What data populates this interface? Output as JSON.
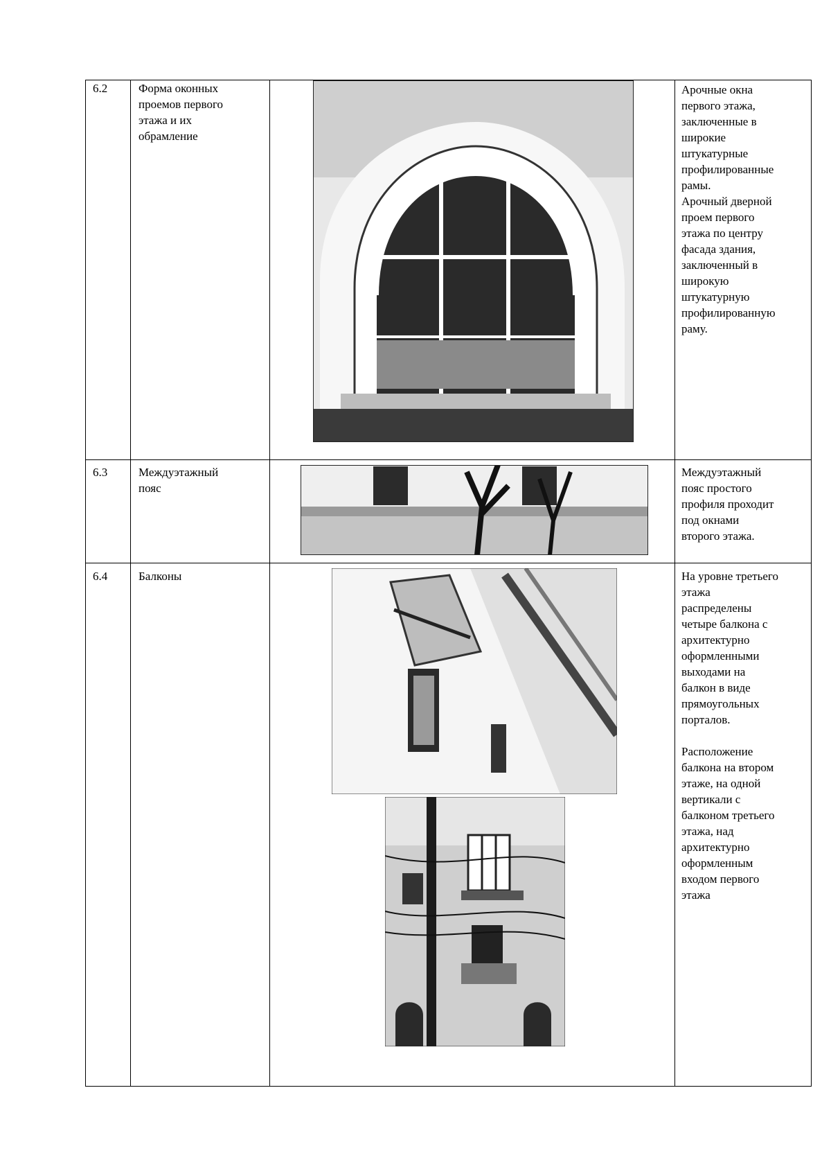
{
  "rows": [
    {
      "number": "6.2",
      "name_lines": [
        "Форма оконных",
        "проемов первого",
        "этажа и их",
        "обрамление"
      ],
      "photo": "arched-window-photo",
      "description_lines": [
        "Арочные окна",
        "первого этажа,",
        "заключенные в",
        "широкие",
        "штукатурные",
        "профилированные",
        "рамы.",
        "Арочный дверной",
        "проем первого",
        "этажа по центру",
        "фасада здания,",
        "заключенный в",
        "широкую",
        "штукатурную",
        "профилированную",
        "раму."
      ]
    },
    {
      "number": "6.3",
      "name_lines": [
        "Междуэтажный",
        "пояс"
      ],
      "photo": "facade-belt-photo",
      "description_lines": [
        "Междуэтажный",
        "пояс простого",
        "профиля проходит",
        "под окнами",
        "второго этажа."
      ]
    },
    {
      "number": "6.4",
      "name_lines": [
        "Балконы"
      ],
      "photos": [
        "balcony-upward-photo",
        "balcony-facade-photo"
      ],
      "description_lines": [
        "На уровне третьего",
        "этажа",
        "распределены",
        "четыре балкона с",
        "архитектурно",
        "оформленными",
        "выходами на",
        "балкон в виде",
        "прямоугольных",
        "порталов.",
        "",
        "Расположение",
        "балкона на втором",
        "этаже, на одной",
        "вертикали с",
        "балконом третьего",
        "этажа, над",
        "архитектурно",
        "оформленным",
        "входом первого",
        "этажа"
      ]
    }
  ]
}
